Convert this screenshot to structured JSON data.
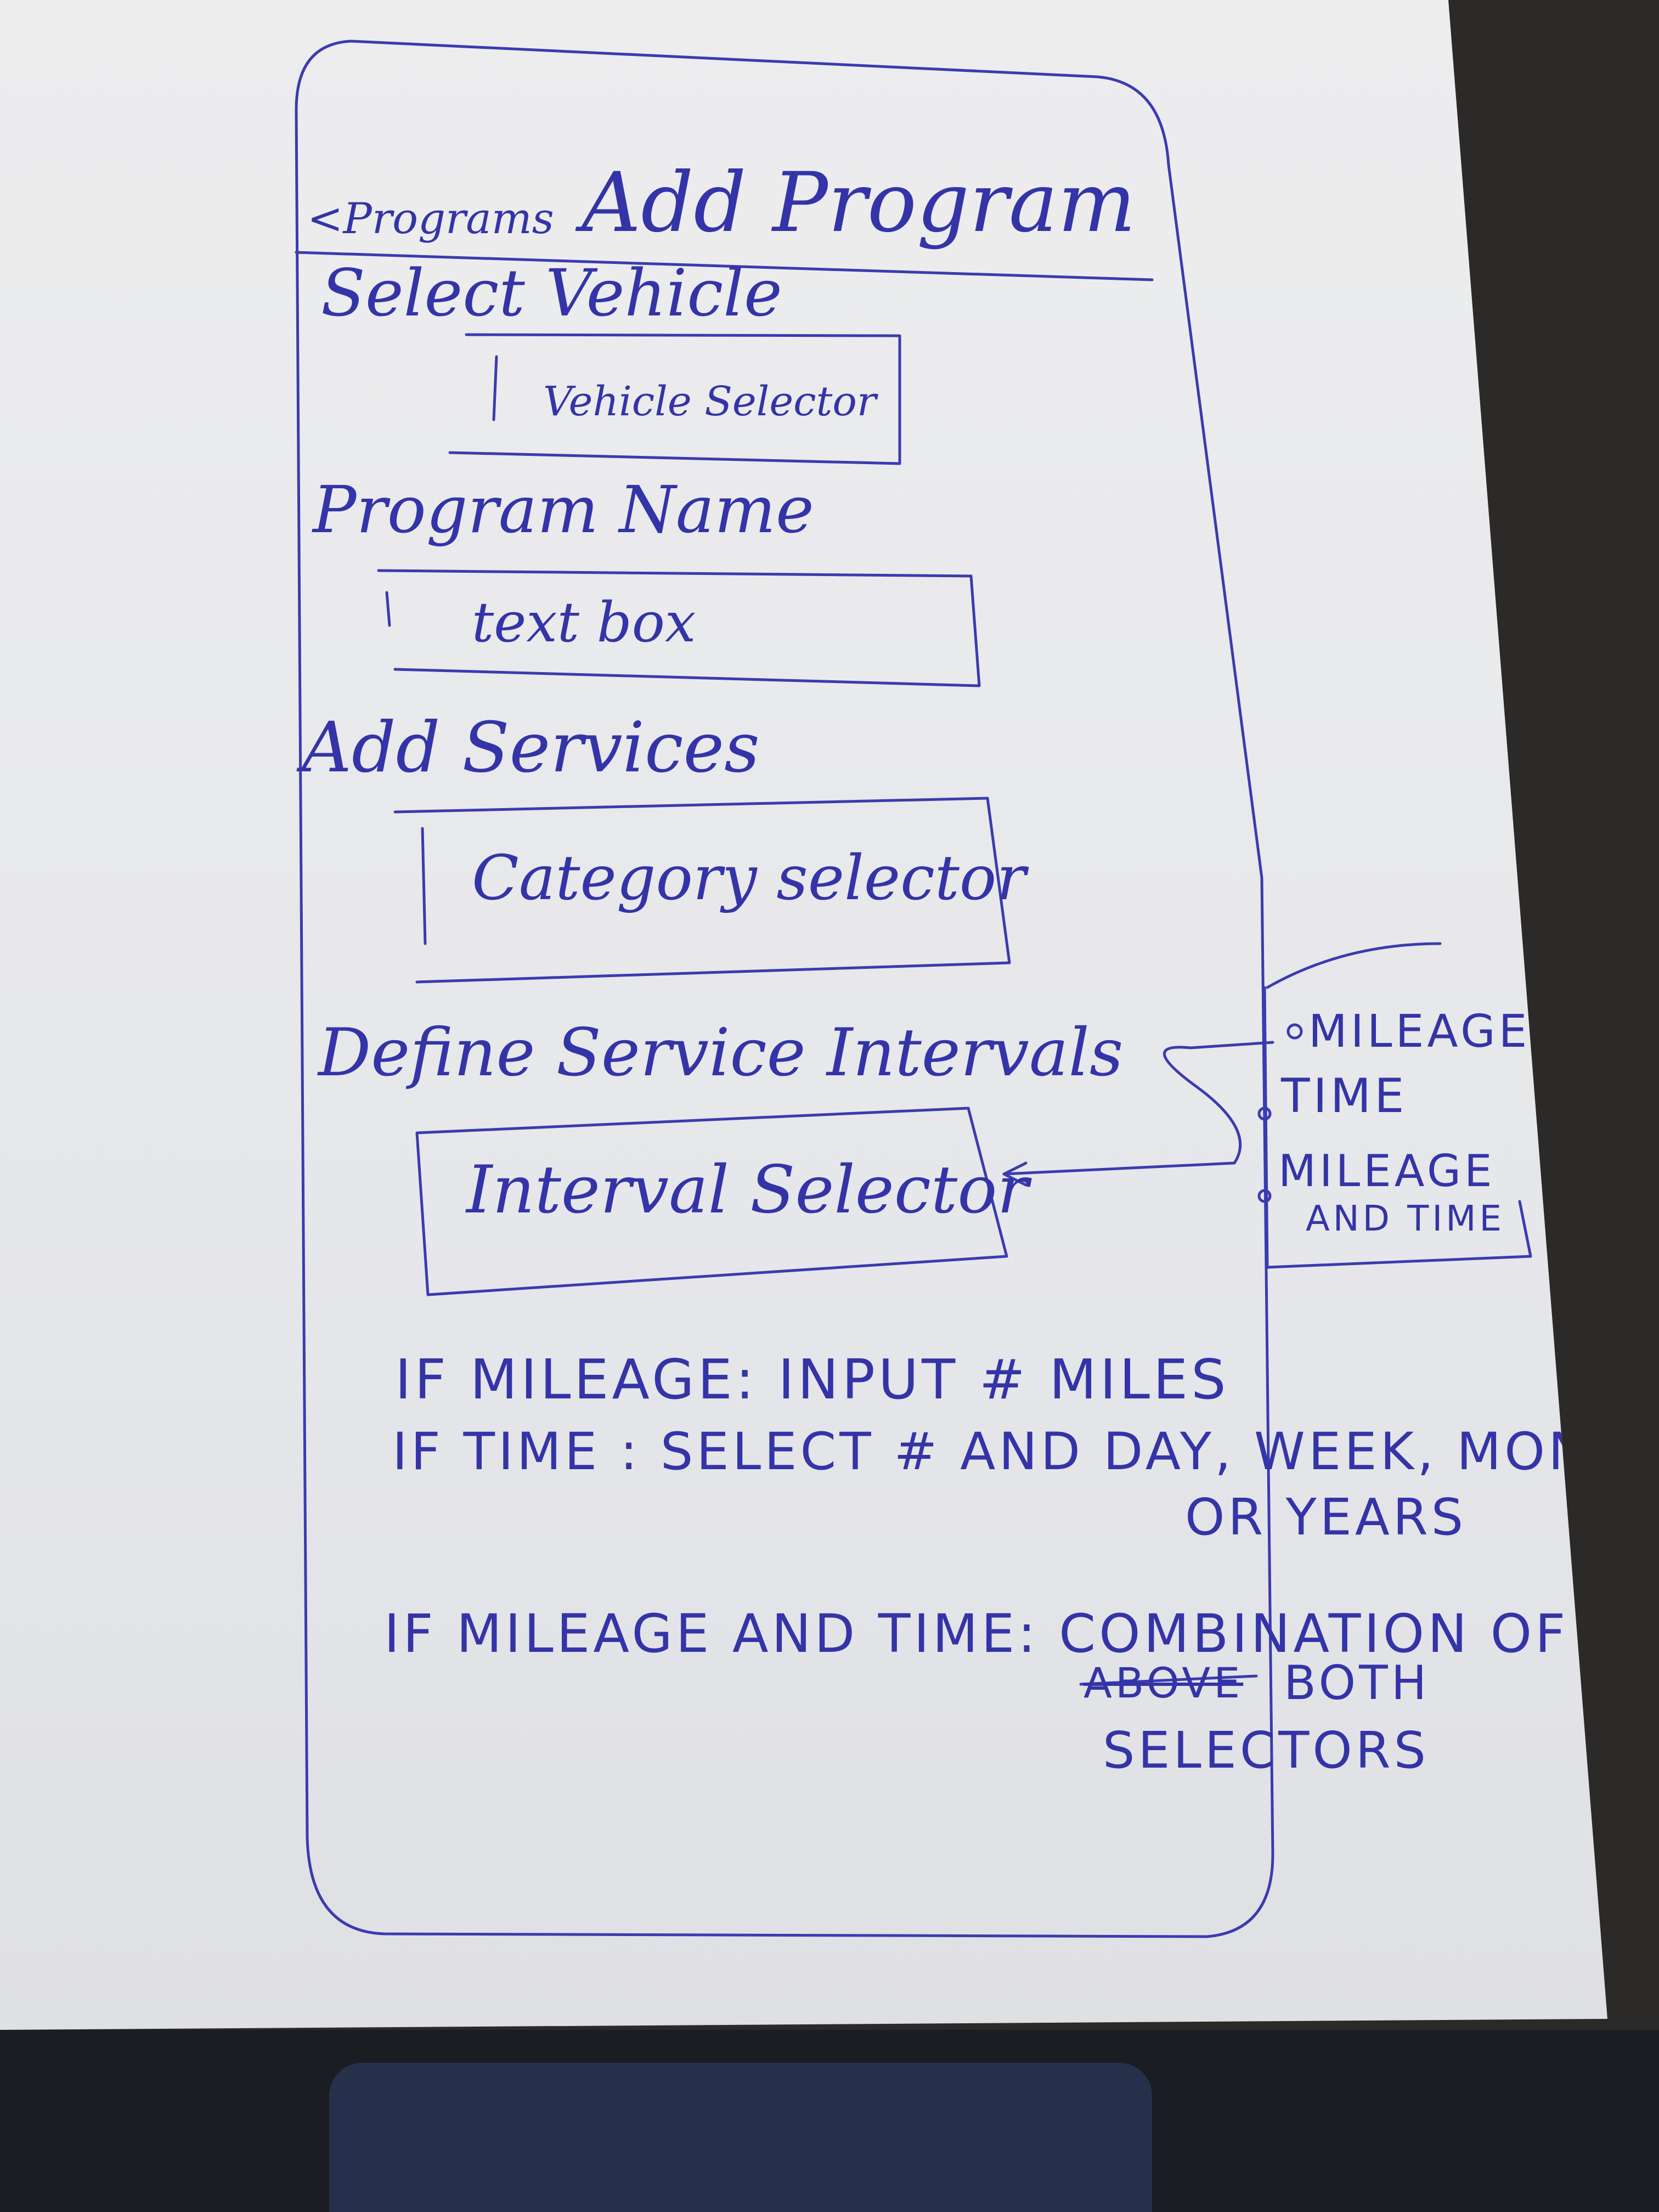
{
  "header": {
    "back_label": "<Programs",
    "title": "Add Program"
  },
  "sections": {
    "vehicle": {
      "label": "Select Vehicle",
      "control": "Vehicle Selector"
    },
    "name": {
      "label": "Program Name",
      "control": "text box"
    },
    "services": {
      "label": "Add Services",
      "control": "Category selector"
    },
    "intervals": {
      "label": "Define Service Intervals",
      "control": "Interval Selector"
    }
  },
  "interval_options": [
    "MILEAGE",
    "TIME",
    "MILEAGE",
    "AND TIME"
  ],
  "notes": {
    "line1": "IF MILEAGE: INPUT # MILES",
    "line2": "IF TIME : SELECT # AND DAY, WEEK, MONTHS",
    "line3": "OR YEARS",
    "line4": "IF MILEAGE AND TIME: COMBINATION OF",
    "line5_struck": "ABOVE",
    "line5": "BOTH",
    "line6": "SELECTORS"
  },
  "colors": {
    "ink": "#3434a8",
    "paper": "#e9eaec",
    "desk": "#1c1d22"
  }
}
